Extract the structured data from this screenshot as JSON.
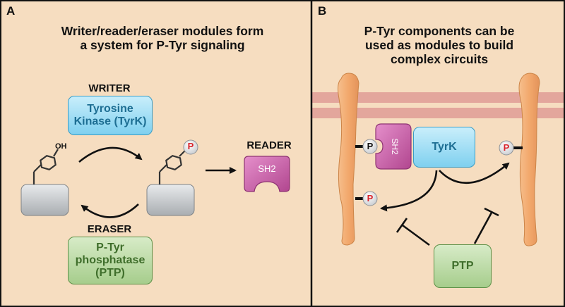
{
  "panel_a": {
    "letter": "A",
    "title_line1": "Writer/reader/eraser modules form",
    "title_line2": "a system for P-Tyr signaling",
    "writer_heading": "WRITER",
    "writer_box_line1": "Tyrosine",
    "writer_box_line2": "Kinase (TyrK)",
    "reader_heading": "READER",
    "reader_module": "SH2",
    "eraser_heading": "ERASER",
    "eraser_box_line1": "P-Tyr",
    "eraser_box_line2": "phosphatase",
    "eraser_box_line3": "(PTP)",
    "hydroxyl": "OH",
    "phospho": "P"
  },
  "panel_b": {
    "letter": "B",
    "title_line1": "P-Tyr components can be",
    "title_line2": "used as modules to build",
    "title_line3": "complex circuits",
    "sh2_label": "SH2",
    "tyrk_label": "TyrK",
    "ptp_label": "PTP",
    "phospho": "P"
  },
  "colors": {
    "background": "#f6ddc0",
    "border": "#111111",
    "writer": "#7fd0ef",
    "eraser": "#a6cd8c",
    "reader": "#c85aa6",
    "receptor": "#f4b07a",
    "phospho_red": "#d9222a",
    "membrane": "#d98a8a"
  }
}
